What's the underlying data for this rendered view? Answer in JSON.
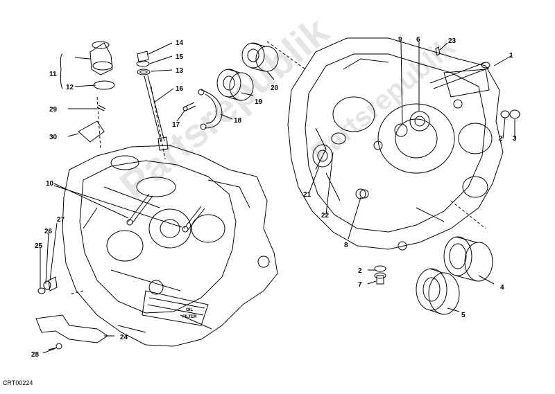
{
  "diagram": {
    "code": "CRT00224",
    "watermark": "Partsrepublik",
    "callouts": [
      {
        "id": "c1",
        "text": "1"
      },
      {
        "id": "c2a",
        "text": "2"
      },
      {
        "id": "c3",
        "text": "3"
      },
      {
        "id": "c2b",
        "text": "2"
      },
      {
        "id": "c7",
        "text": "7"
      },
      {
        "id": "c4",
        "text": "4"
      },
      {
        "id": "c5",
        "text": "5"
      },
      {
        "id": "c6",
        "text": "6"
      },
      {
        "id": "c9",
        "text": "9"
      },
      {
        "id": "c23",
        "text": "23"
      },
      {
        "id": "c20",
        "text": "20"
      },
      {
        "id": "c19",
        "text": "19"
      },
      {
        "id": "c18",
        "text": "18"
      },
      {
        "id": "c17",
        "text": "17"
      },
      {
        "id": "c16",
        "text": "16"
      },
      {
        "id": "c13",
        "text": "13"
      },
      {
        "id": "c15",
        "text": "15"
      },
      {
        "id": "c14",
        "text": "14"
      },
      {
        "id": "c11",
        "text": "11"
      },
      {
        "id": "c12",
        "text": "12"
      },
      {
        "id": "c29",
        "text": "29"
      },
      {
        "id": "c30",
        "text": "30"
      },
      {
        "id": "c10",
        "text": "10"
      },
      {
        "id": "c27",
        "text": "27"
      },
      {
        "id": "c26",
        "text": "26"
      },
      {
        "id": "c25",
        "text": "25"
      },
      {
        "id": "c24",
        "text": "24"
      },
      {
        "id": "c28",
        "text": "28"
      },
      {
        "id": "c21",
        "text": "21"
      },
      {
        "id": "c22",
        "text": "22"
      },
      {
        "id": "c8",
        "text": "8"
      }
    ],
    "oil_filter_text": [
      "OIL",
      "FILTER"
    ]
  }
}
